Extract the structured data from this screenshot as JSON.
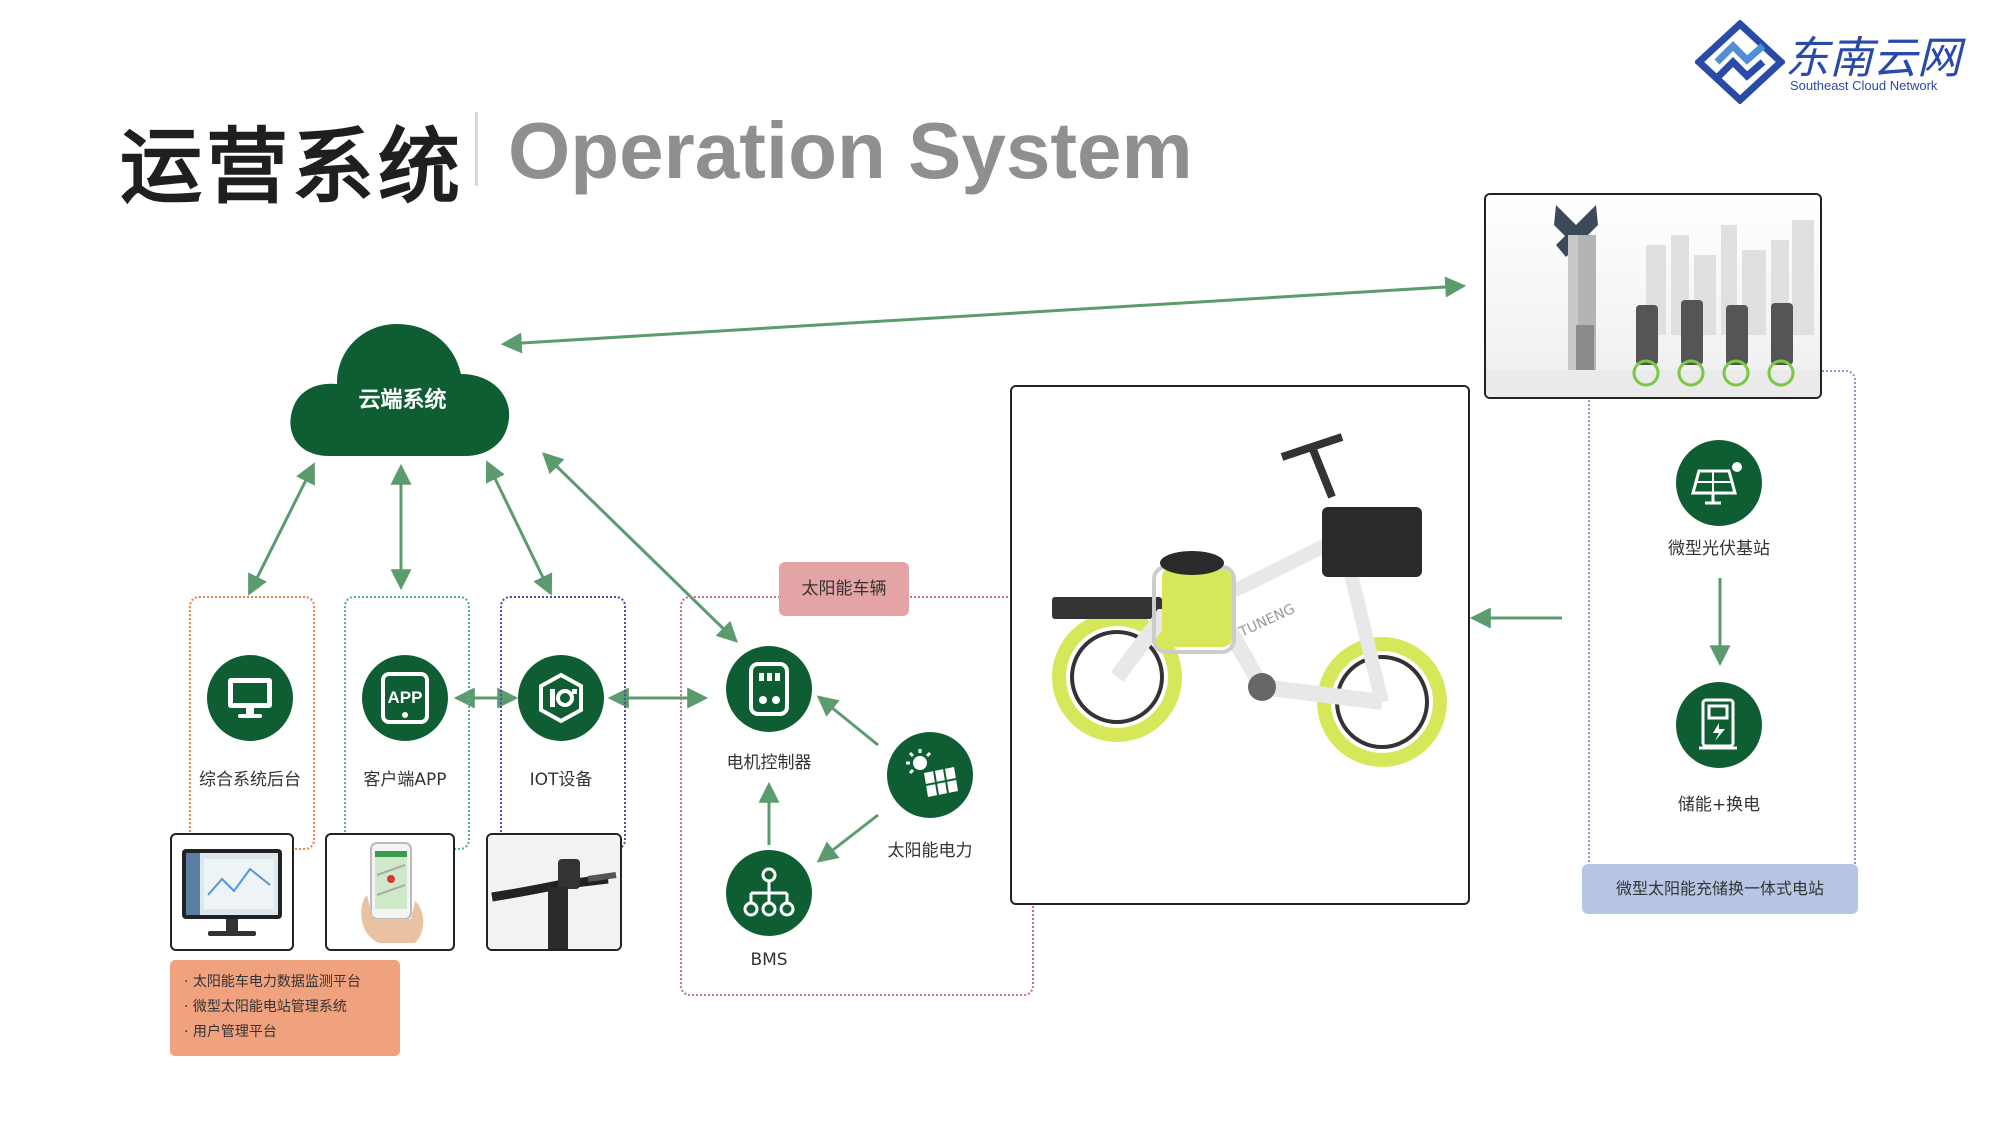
{
  "header": {
    "title_cn": "运营系统",
    "title_en": "Operation System"
  },
  "logo": {
    "name_cn": "东南云网",
    "name_en": "Southeast Cloud Network"
  },
  "cloud": {
    "label": "云端系统"
  },
  "nodes": {
    "backend": {
      "label": "综合系统后台",
      "icon": "monitor-icon"
    },
    "app": {
      "label": "客户端APP",
      "icon": "app-icon",
      "icon_text": "APP"
    },
    "iot": {
      "label": "IOT设备",
      "icon": "iot-device-icon"
    },
    "motor_controller": {
      "label": "电机控制器",
      "icon": "controller-icon"
    },
    "solar_power": {
      "label": "太阳能电力",
      "icon": "solar-panel-icon"
    },
    "bms": {
      "label": "BMS",
      "icon": "hierarchy-icon"
    },
    "pv_station": {
      "label": "微型光伏基站",
      "icon": "solar-station-icon"
    },
    "storage_swap": {
      "label": "储能+换电",
      "icon": "charging-station-icon"
    }
  },
  "groups": {
    "solar_vehicle": {
      "label": "太阳能车辆"
    },
    "station": {
      "label": "微型太阳能充储换一体式电站"
    }
  },
  "platform_list": [
    "太阳能车电力数据监测平台",
    "微型太阳能电站管理系统",
    "用户管理平台"
  ],
  "bike": {
    "brand": "TUNENG"
  },
  "colors": {
    "primary_green": "#0f5e33",
    "arrow_green": "#5b9b6e",
    "orange_dash": "#e2844f",
    "teal_dash": "#5aa6a6",
    "purple_dash": "#4d4f9a",
    "red_dash": "#c8707a",
    "station_dash": "#8a9ac8",
    "pink_tag": "#e4a3a5",
    "blue_tag": "#b8c6e6",
    "orange_box": "#f0a27f",
    "logo_blue": "#2a4aa8"
  }
}
